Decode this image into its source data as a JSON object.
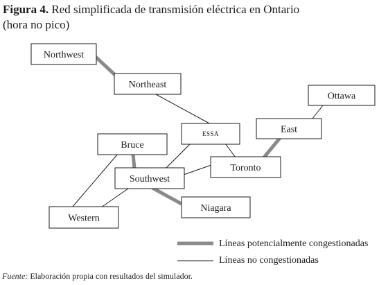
{
  "figure": {
    "label": "Figura 4.",
    "title_line1": "Red simplificada de transmisión eléctrica en Ontario",
    "title_line2": "(hora no pico)"
  },
  "nodes": [
    {
      "id": "northwest",
      "label": "Northwest"
    },
    {
      "id": "northeast",
      "label": "Northeast"
    },
    {
      "id": "ottawa",
      "label": "Ottawa"
    },
    {
      "id": "east",
      "label": "East"
    },
    {
      "id": "essa",
      "label": "ESSA"
    },
    {
      "id": "bruce",
      "label": "Bruce"
    },
    {
      "id": "toronto",
      "label": "Toronto"
    },
    {
      "id": "southwest",
      "label": "Southwest"
    },
    {
      "id": "niagara",
      "label": "Niagara"
    },
    {
      "id": "western",
      "label": "Western"
    }
  ],
  "lines": [
    {
      "from": "northwest",
      "to": "northeast",
      "congested": true
    },
    {
      "from": "northeast",
      "to": "essa",
      "congested": false
    },
    {
      "from": "ottawa",
      "to": "east",
      "congested": false
    },
    {
      "from": "east",
      "to": "toronto",
      "congested": true
    },
    {
      "from": "essa",
      "to": "toronto",
      "congested": false
    },
    {
      "from": "essa",
      "to": "southwest",
      "congested": false
    },
    {
      "from": "bruce",
      "to": "southwest",
      "congested": true
    },
    {
      "from": "bruce",
      "to": "western",
      "congested": false
    },
    {
      "from": "southwest",
      "to": "toronto",
      "congested": false
    },
    {
      "from": "southwest",
      "to": "niagara",
      "congested": true
    },
    {
      "from": "southwest",
      "to": "western",
      "congested": false
    }
  ],
  "legend": {
    "congested": "Líneas potencialmente congestionadas",
    "not_congested": "Líneas no congestionadas"
  },
  "source": {
    "label": "Fuente:",
    "text": "Elaboración propia con resultados del simulador."
  },
  "colors": {
    "congested_line": "#8a8a8a",
    "normal_line": "#1a1a1a",
    "box_border": "#1a1a1a"
  }
}
